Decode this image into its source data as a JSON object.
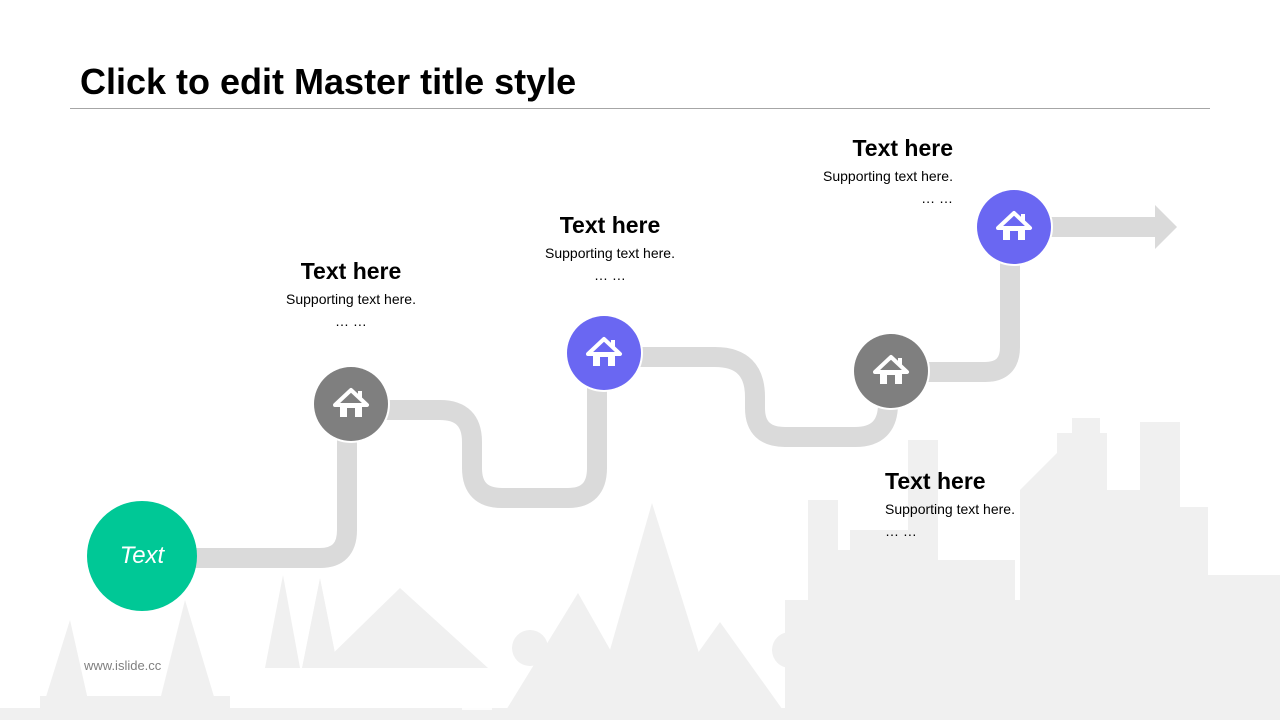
{
  "slide": {
    "title": "Click to edit Master title style",
    "footer": "www.islide.cc"
  },
  "start_node": {
    "label": "Text",
    "color": "#00c896"
  },
  "colors": {
    "accent": "#6a67f2",
    "gray_node": "#7f7f7f",
    "road": "#dadada",
    "skyline": "#f0f0f0"
  },
  "milestones": [
    {
      "title": "Text here",
      "support": "Supporting text here.",
      "ellipsis": "… …",
      "icon": "home-icon"
    },
    {
      "title": "Text here",
      "support": "Supporting text here.",
      "ellipsis": "… …",
      "icon": "home-icon"
    },
    {
      "title": "Text here",
      "support": "Supporting text here.",
      "ellipsis": "… …",
      "icon": "home-icon"
    },
    {
      "title": "Text here",
      "support": "Supporting text here.",
      "ellipsis": "… …",
      "icon": "home-icon"
    }
  ]
}
